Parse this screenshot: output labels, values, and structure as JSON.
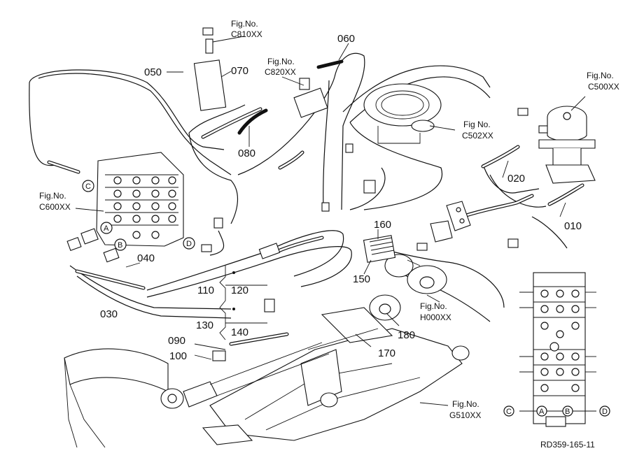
{
  "fig_refs": {
    "c810": {
      "prefix": "Fig.No.",
      "code": "C810XX"
    },
    "c820": {
      "prefix": "Fig.No.",
      "code": "C820XX"
    },
    "c500": {
      "prefix": "Fig.No.",
      "code": "C500XX"
    },
    "c502": {
      "prefix": "Fig No.",
      "code": "C502XX"
    },
    "c600": {
      "prefix": "Fig.No.",
      "code": "C600XX"
    },
    "h000": {
      "prefix": "Fig.No.",
      "code": "H000XX"
    },
    "g510": {
      "prefix": "Fig.No.",
      "code": "G510XX"
    }
  },
  "parts": [
    "010",
    "020",
    "030",
    "040",
    "050",
    "060",
    "070",
    "080",
    "090",
    "100",
    "110",
    "120",
    "130",
    "140",
    "150",
    "160",
    "170",
    "180"
  ],
  "ports": [
    "A",
    "B",
    "C",
    "D"
  ],
  "drawing_code": "RD359-165-11"
}
